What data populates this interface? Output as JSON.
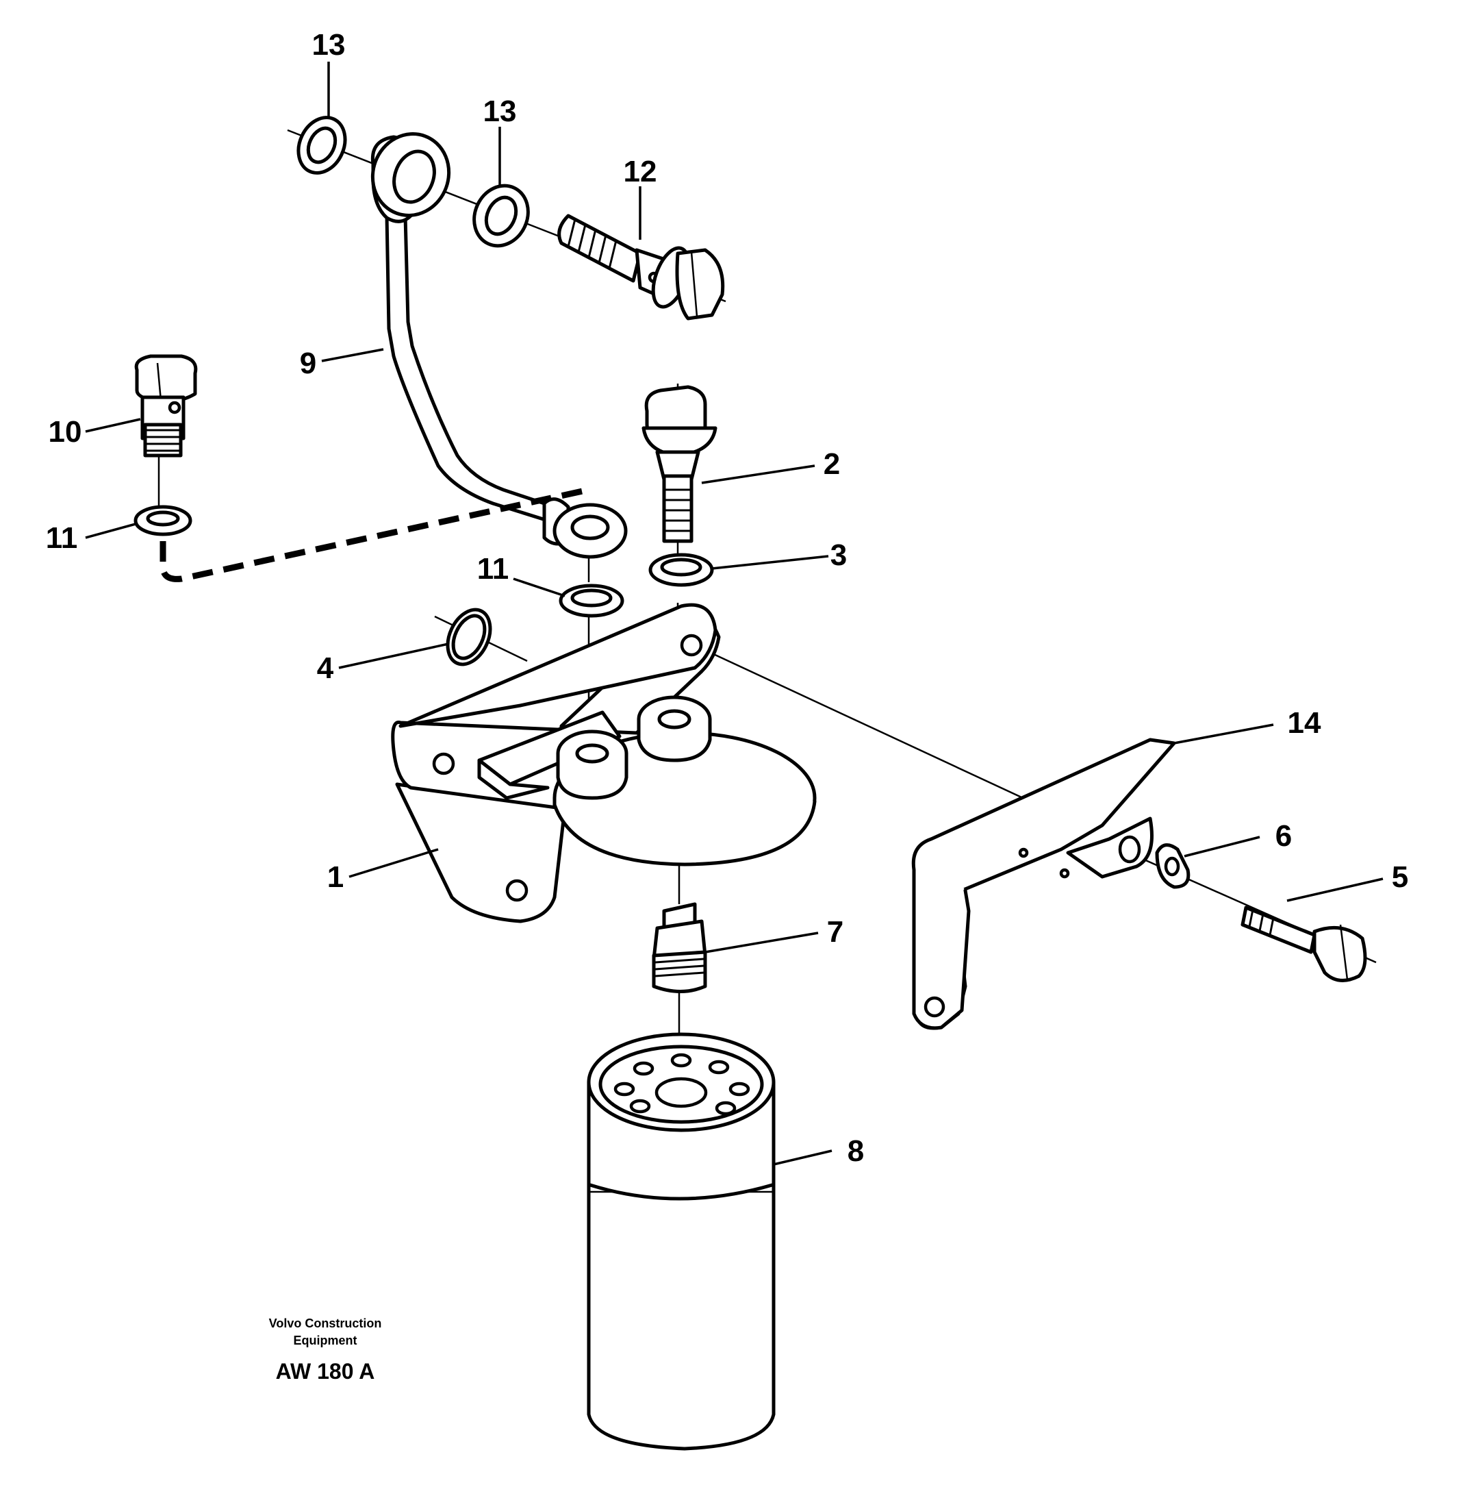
{
  "caption": {
    "line1": "Volvo Construction",
    "line2": "Equipment",
    "code": "AW 180 A"
  },
  "callouts": [
    {
      "id": "c13a",
      "text": "13"
    },
    {
      "id": "c13b",
      "text": "13"
    },
    {
      "id": "c12",
      "text": "12"
    },
    {
      "id": "c9",
      "text": "9"
    },
    {
      "id": "c10",
      "text": "10"
    },
    {
      "id": "c11a",
      "text": "11"
    },
    {
      "id": "c11b",
      "text": "11"
    },
    {
      "id": "c2",
      "text": "2"
    },
    {
      "id": "c3",
      "text": "3"
    },
    {
      "id": "c4",
      "text": "4"
    },
    {
      "id": "c1",
      "text": "1"
    },
    {
      "id": "c14",
      "text": "14"
    },
    {
      "id": "c6",
      "text": "6"
    },
    {
      "id": "c5",
      "text": "5"
    },
    {
      "id": "c7",
      "text": "7"
    },
    {
      "id": "c8",
      "text": "8"
    }
  ]
}
